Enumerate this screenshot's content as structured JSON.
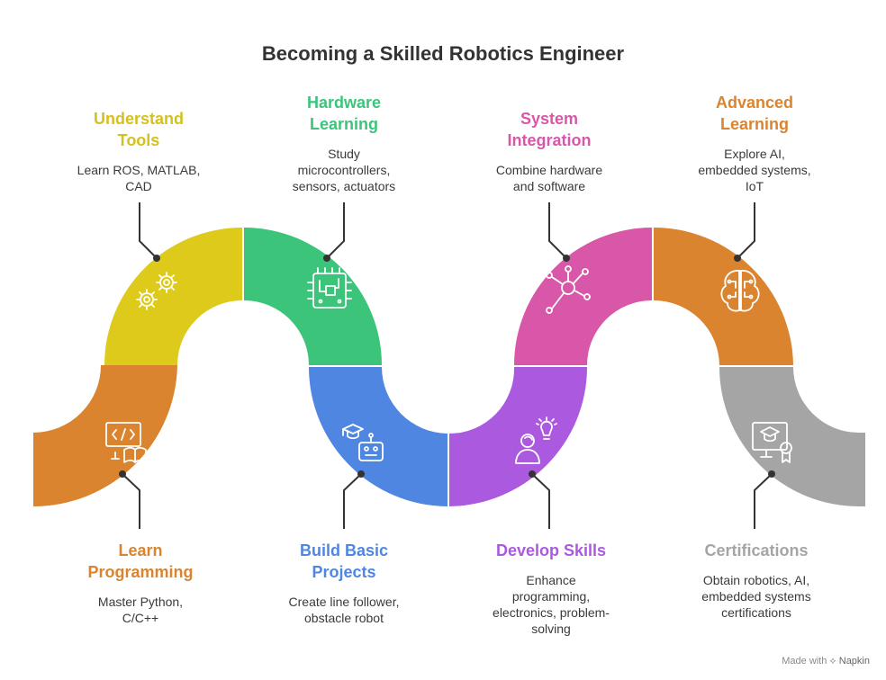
{
  "title": "Becoming a Skilled Robotics Engineer",
  "colors": {
    "learn_programming": "#DA8430",
    "understand_tools": "#DECA1B",
    "hardware_learning": "#3CC47B",
    "build_projects": "#4E86E1",
    "develop_skills": "#AB59DE",
    "system_integration": "#D957A8",
    "advanced_learning": "#DA8430",
    "certifications": "#A5A5A5"
  },
  "steps": {
    "learn_programming": {
      "title": [
        "Learn",
        "Programming"
      ],
      "desc": [
        "Master Python,",
        "C/C++"
      ],
      "icon": "code-book-icon"
    },
    "understand_tools": {
      "title": [
        "Understand",
        "Tools"
      ],
      "desc": [
        "Learn ROS, MATLAB,",
        "CAD"
      ],
      "icon": "gears-icon"
    },
    "hardware_learning": {
      "title": [
        "Hardware",
        "Learning"
      ],
      "desc": [
        "Study",
        "microcontrollers,",
        "sensors, actuators"
      ],
      "icon": "circuit-board-icon"
    },
    "build_projects": {
      "title": [
        "Build Basic",
        "Projects"
      ],
      "desc": [
        "Create line follower,",
        "obstacle robot"
      ],
      "icon": "robot-graduate-icon"
    },
    "develop_skills": {
      "title": [
        "Develop Skills"
      ],
      "desc": [
        "Enhance",
        "programming,",
        "electronics, problem-",
        "solving"
      ],
      "icon": "person-lightbulb-icon"
    },
    "system_integration": {
      "title": [
        "System",
        "Integration"
      ],
      "desc": [
        "Combine hardware",
        "and software"
      ],
      "icon": "network-hub-icon"
    },
    "advanced_learning": {
      "title": [
        "Advanced",
        "Learning"
      ],
      "desc": [
        "Explore AI,",
        "embedded systems,",
        "IoT"
      ],
      "icon": "ai-brain-icon"
    },
    "certifications": {
      "title": [
        "Certifications"
      ],
      "desc": [
        "Obtain robotics, AI,",
        "embedded systems",
        "certifications"
      ],
      "icon": "certificate-icon"
    }
  },
  "footer": {
    "made_with": "Made with",
    "brand": "Napkin"
  }
}
